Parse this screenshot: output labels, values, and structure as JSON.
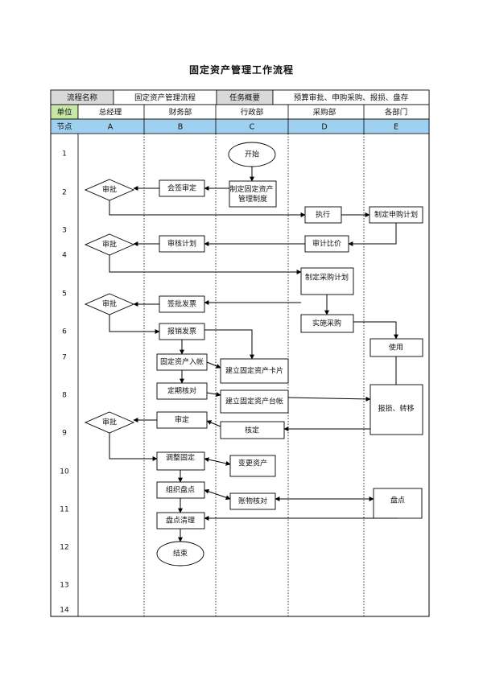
{
  "title": "固定资产管理工作流程",
  "info": {
    "process_name_label": "流程名称",
    "process_name_value": "固定资产管理流程",
    "task_label": "任务概要",
    "task_value": "预算审批、申购采购、报损、盘存"
  },
  "unit_row": {
    "label": "单位",
    "columns": [
      "总经理",
      "财务部",
      "行政部",
      "采购部",
      "各部门"
    ]
  },
  "node_row": {
    "label": "节点",
    "columns": [
      "A",
      "B",
      "C",
      "D",
      "E"
    ]
  },
  "row_numbers": [
    "1",
    "2",
    "3",
    "4",
    "5",
    "6",
    "7",
    "8",
    "9",
    "10",
    "11",
    "12",
    "13",
    "14"
  ],
  "nodes": {
    "start": "开始",
    "approve1": "审批",
    "countersign": "会签审定",
    "make_system": "制定固定资产管理制度",
    "execute": "执行",
    "purchase_plan_request": "制定申购计划",
    "approve2": "审批",
    "review_plan": "审核计划",
    "audit_compare": "审计比价",
    "make_purchase_plan": "制定采购计划",
    "approve3": "审批",
    "sign_invoice": "签批发票",
    "implement_purchase": "实施采购",
    "reimburse_invoice": "报销发票",
    "use": "使用",
    "asset_in_account": "固定资产入帐",
    "build_card": "建立固定资产卡片",
    "periodic_check": "定期核对",
    "build_ledger": "建立固定资产台帐",
    "scrap_transfer": "报损、转移",
    "approve4": "审批",
    "confirm": "审定",
    "verify": "核定",
    "adjust_fixed": "调整固定",
    "change_asset": "变更资产",
    "organize_inventory": "组织盘点",
    "reconcile": "账物核对",
    "inventory": "盘点",
    "inventory_clear": "盘点清理",
    "end": "结束"
  },
  "colors": {
    "header_fill": "#c6e7a6",
    "node_row_fill": "#9fd0ef",
    "line": "#000000"
  }
}
